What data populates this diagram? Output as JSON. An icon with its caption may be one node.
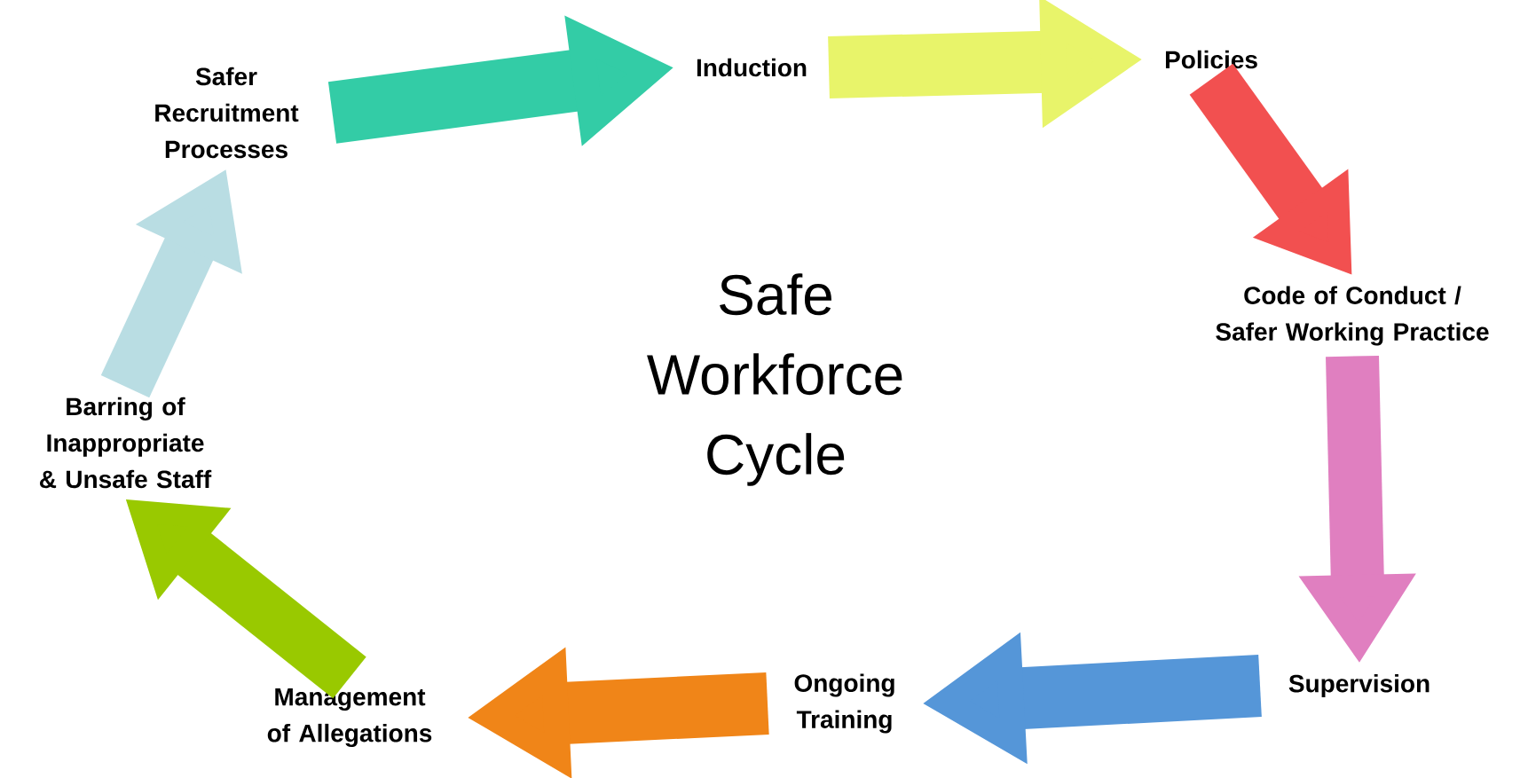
{
  "diagram": {
    "title": "Safe Workforce Cycle",
    "nodes": [
      {
        "text": [
          "Safer Recruitment Processes"
        ]
      },
      {
        "text": [
          "Induction"
        ]
      },
      {
        "text": [
          "Policies"
        ]
      },
      {
        "text": [
          "Code of Conduct / Safer Working Practice"
        ]
      },
      {
        "text": [
          "Supervision"
        ]
      },
      {
        "text": [
          "Ongoing Training"
        ]
      },
      {
        "text": [
          "Management of Allegations"
        ]
      },
      {
        "text": [
          "Barring of Inappropriate & Unsafe Staff"
        ]
      }
    ],
    "edges": [
      {
        "from": 0,
        "to": 1,
        "arrow": "to",
        "color": "#33cca6"
      },
      {
        "from": 1,
        "to": 2,
        "arrow": "to",
        "color": "#e8f46a"
      },
      {
        "from": 2,
        "to": 3,
        "arrow": "to",
        "color": "#f25050"
      },
      {
        "from": 3,
        "to": 4,
        "arrow": "to",
        "color": "#e07fc0"
      },
      {
        "from": 4,
        "to": 5,
        "arrow": "to",
        "color": "#5596d8"
      },
      {
        "from": 5,
        "to": 6,
        "arrow": "to",
        "color": "#f08518"
      },
      {
        "from": 6,
        "to": 7,
        "arrow": "to",
        "color": "#99c900"
      },
      {
        "from": 7,
        "to": 0,
        "arrow": "to",
        "color": "#b9dde3"
      }
    ]
  }
}
